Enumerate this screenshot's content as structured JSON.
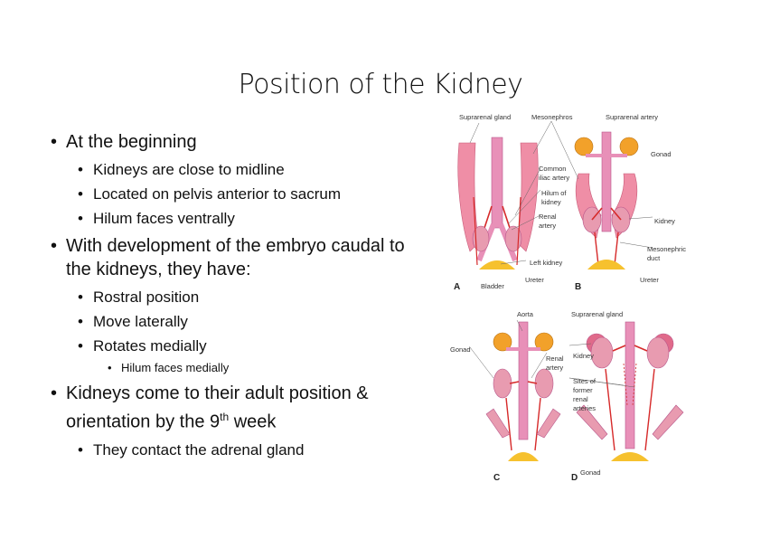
{
  "slide": {
    "title": "Position of the Kidney",
    "bullets": {
      "b1_text": "At the beginning",
      "b1_sub": [
        "Kidneys are close to midline",
        "Located on pelvis anterior to sacrum",
        "Hilum faces ventrally"
      ],
      "b2_text": "With development of the embryo caudal to the kidneys, they have:",
      "b2_sub": [
        "Rostral position",
        "Move laterally",
        "Rotates medially"
      ],
      "b2_subsub": "Hilum faces medially",
      "b3_text_pre": "Kidneys come to their adult position & orientation by the 9",
      "b3_sup": "th",
      "b3_text_post": " week",
      "b3_sub": "They contact the adrenal gland"
    }
  },
  "figure": {
    "labels": {
      "suprarenal_gland_a": "Suprarenal gland",
      "mesonephros": "Mesonephros",
      "suprarenal_artery": "Suprarenal artery",
      "gonad_b": "Gonad",
      "common_iliac_artery_1": "Common",
      "common_iliac_artery_2": "iliac artery",
      "hilum_1": "Hilum of",
      "hilum_2": "kidney",
      "renal_artery_a1": "Renal",
      "renal_artery_a2": "artery",
      "kidney_b": "Kidney",
      "left_kidney": "Left kidney",
      "mesonephric_duct_1": "Mesonephric",
      "mesonephric_duct_2": "duct",
      "bladder": "Bladder",
      "ureter_a": "Ureter",
      "ureter_b": "Ureter",
      "panel_a": "A",
      "panel_b": "B",
      "aorta": "Aorta",
      "suprarenal_gland_d": "Suprarenal gland",
      "gonad_c": "Gonad",
      "renal_artery_c1": "Renal",
      "renal_artery_c2": "artery",
      "kidney_d": "Kidney",
      "sites_1": "Sites of",
      "sites_2": "former",
      "sites_3": "renal",
      "sites_4": "arteries",
      "gonad_d": "Gonad",
      "panel_c": "C",
      "panel_d": "D"
    },
    "colors": {
      "kidney": "#e89bb0",
      "kidney_dark": "#d46a88",
      "artery": "#d62a2a",
      "vessel": "#e890b8",
      "gland": "#f2a12a",
      "bladder": "#f6c12e",
      "mesonephros": "#ef8ea6"
    }
  }
}
